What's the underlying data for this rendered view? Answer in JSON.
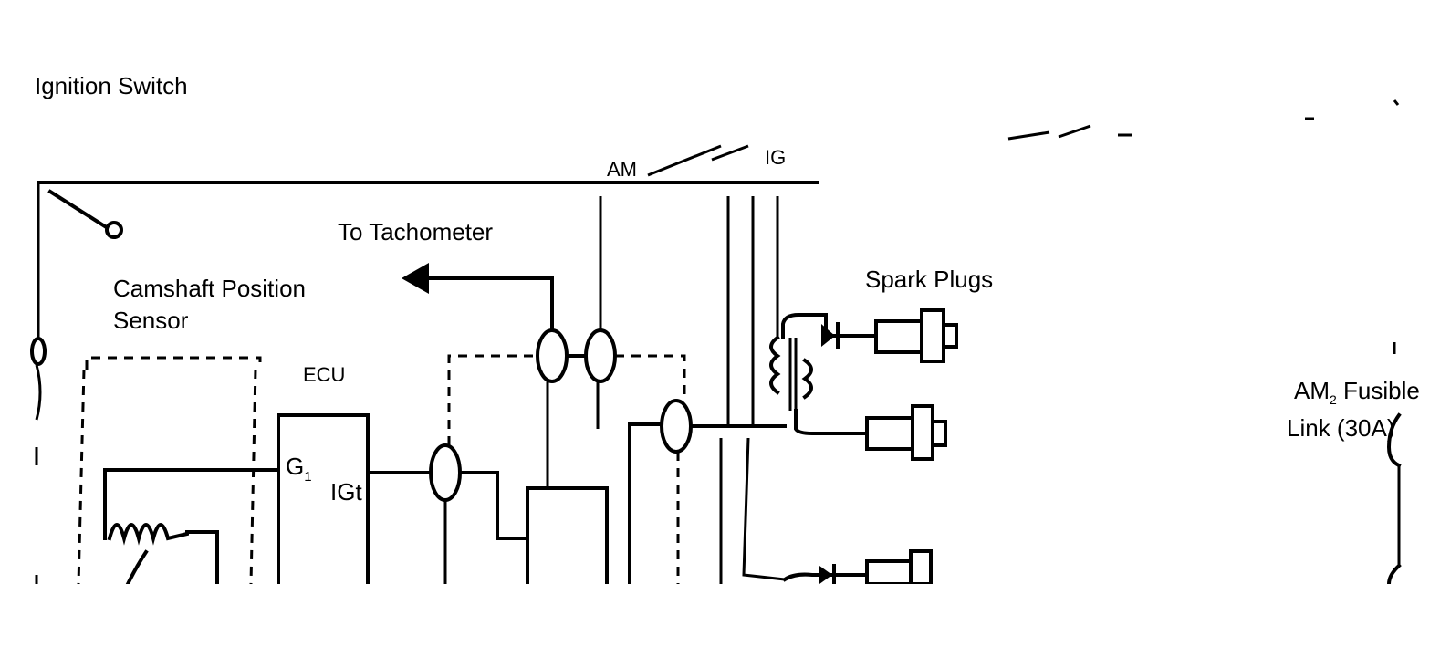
{
  "diagram": {
    "labels": {
      "ignition_switch": "Ignition Switch",
      "to_tachometer": "To Tachometer",
      "camshaft_sensor_line1": "Camshaft Position",
      "camshaft_sensor_line2": "Sensor",
      "ecu": "ECU",
      "g1": "G",
      "g1_sub": "1",
      "igt": "IGt",
      "spark_plugs": "Spark Plugs",
      "am_fusible_line1": "AM",
      "am_fusible_sub": "2",
      "am_fusible_line1_rest": " Fusible",
      "am_fusible_line2": "Link (30A)",
      "am_top": "AM",
      "ig_top": "IG"
    }
  }
}
